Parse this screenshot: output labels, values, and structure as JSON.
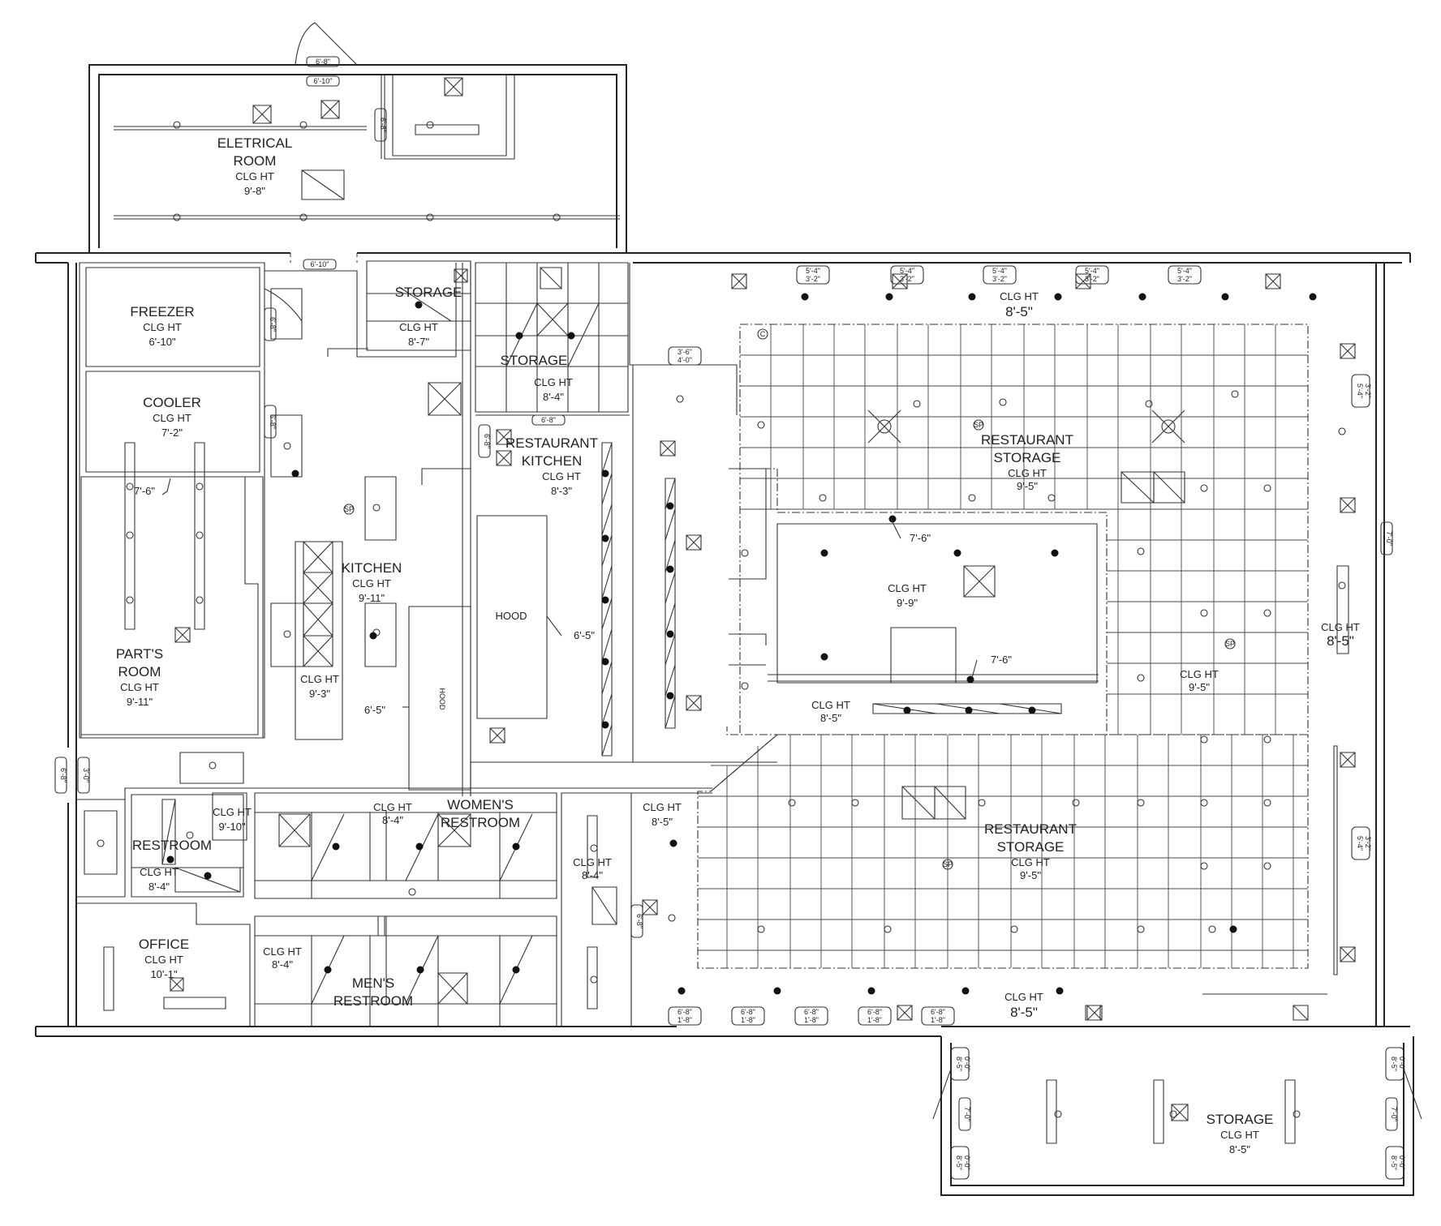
{
  "plan": {
    "rooms": {
      "electrical": {
        "name1": "ELETRICAL",
        "name2": "ROOM",
        "clg": "CLG HT",
        "ht": "9'-8\""
      },
      "freezer": {
        "name": "FREEZER",
        "clg": "CLG HT",
        "ht": "6'-10\""
      },
      "cooler": {
        "name": "COOLER",
        "clg": "CLG HT",
        "ht": "7'-2\""
      },
      "parts": {
        "name1": "PART'S",
        "name2": "ROOM",
        "clg": "CLG HT",
        "ht": "9'-11\""
      },
      "storage_small": {
        "name": "STORAGE",
        "clg": "CLG HT",
        "ht": "8'-7\""
      },
      "storage_mid": {
        "name": "STORAGE",
        "clg": "CLG HT",
        "ht": "8'-4\""
      },
      "kitchen": {
        "name": "KITCHEN",
        "clg": "CLG HT",
        "ht": "9'-11\""
      },
      "kitchen_line": {
        "clg": "CLG HT",
        "ht": "9'-3\""
      },
      "restaurant_kitchen": {
        "name1": "RESTAURANT",
        "name2": "KITCHEN",
        "clg": "CLG HT",
        "ht": "8'-3\""
      },
      "rest_storage_top": {
        "name1": "RESTAURANT",
        "name2": "STORAGE",
        "clg": "CLG HT",
        "ht": "9'-5\""
      },
      "top_strip": {
        "clg": "CLG HT",
        "ht": "8'-5\""
      },
      "center": {
        "clg": "CLG HT",
        "ht": "9'-9\""
      },
      "center_low": {
        "clg": "CLG HT",
        "ht": "8'-5\""
      },
      "right_grid": {
        "clg": "CLG HT",
        "ht": "9'-5\""
      },
      "right_strip": {
        "clg": "CLG HT",
        "ht": "8'-5\""
      },
      "rest_storage_bottom": {
        "name1": "RESTAURANT",
        "name2": "STORAGE",
        "clg": "CLG HT",
        "ht": "9'-5\""
      },
      "bottom_strip": {
        "clg": "CLG HT",
        "ht": "8'-5\""
      },
      "restroom": {
        "name": "RESTROOM",
        "clg": "CLG HT",
        "ht": "8'-4\""
      },
      "restroom_closet": {
        "clg": "CLG HT",
        "ht": "9'-10\""
      },
      "womens": {
        "name1": "WOMEN'S",
        "name2": "RESTROOM",
        "clg": "CLG HT",
        "ht": "8'-4\""
      },
      "mens": {
        "name1": "MEN'S",
        "name2": "RESTROOM",
        "clg": "CLG HT",
        "ht": "8'-4\""
      },
      "corridor": {
        "clg": "CLG HT",
        "ht": "8'-4\""
      },
      "vestibule": {
        "clg": "CLG HT",
        "ht": "8'-5\""
      },
      "office": {
        "name": "OFFICE",
        "clg": "CLG HT",
        "ht": "10'-1\""
      },
      "storage_annex": {
        "name": "STORAGE",
        "clg": "CLG HT",
        "ht": "8'-5\""
      }
    },
    "fixtures": {
      "hood1": "HOOD",
      "hood2": "HOOD",
      "sp": "SP",
      "c": "C"
    },
    "dims": {
      "parts_76": "7'-6\"",
      "kitchen_65": "6'-5\"",
      "restk_65": "6'-5\"",
      "center_76a": "7'-6\"",
      "center_76b": "7'-6\""
    },
    "tags": {
      "elec_door_a": "6'-8\"",
      "elec_door_b": "6'-10\"",
      "elec_side": "6'-8\"",
      "elec_bottom": "6'-10\"",
      "freezer_door": "6'-8\"",
      "cooler_door": "6'-8\"",
      "restk_door": "6'-8\"",
      "storage_door": "6'-8\"",
      "pass_a": "3'-6\"",
      "pass_b": "4'-0\"",
      "win_a": "5'-4\"",
      "win_b": "3'-2\"",
      "side_door_a": "6'-8\"",
      "side_door_b": "3'-0\"",
      "right_door": "7'-0\"",
      "right_win_a": "5'-4\"",
      "right_win_b": "3'-2\"",
      "bottom_win_a": "6'-8\"",
      "bottom_win_b": "1'-8\"",
      "annex_a": "8'-5\"",
      "annex_b": "0'-0\"",
      "annex_door": "7'-0\"",
      "cor_door": "6'-8\""
    }
  }
}
